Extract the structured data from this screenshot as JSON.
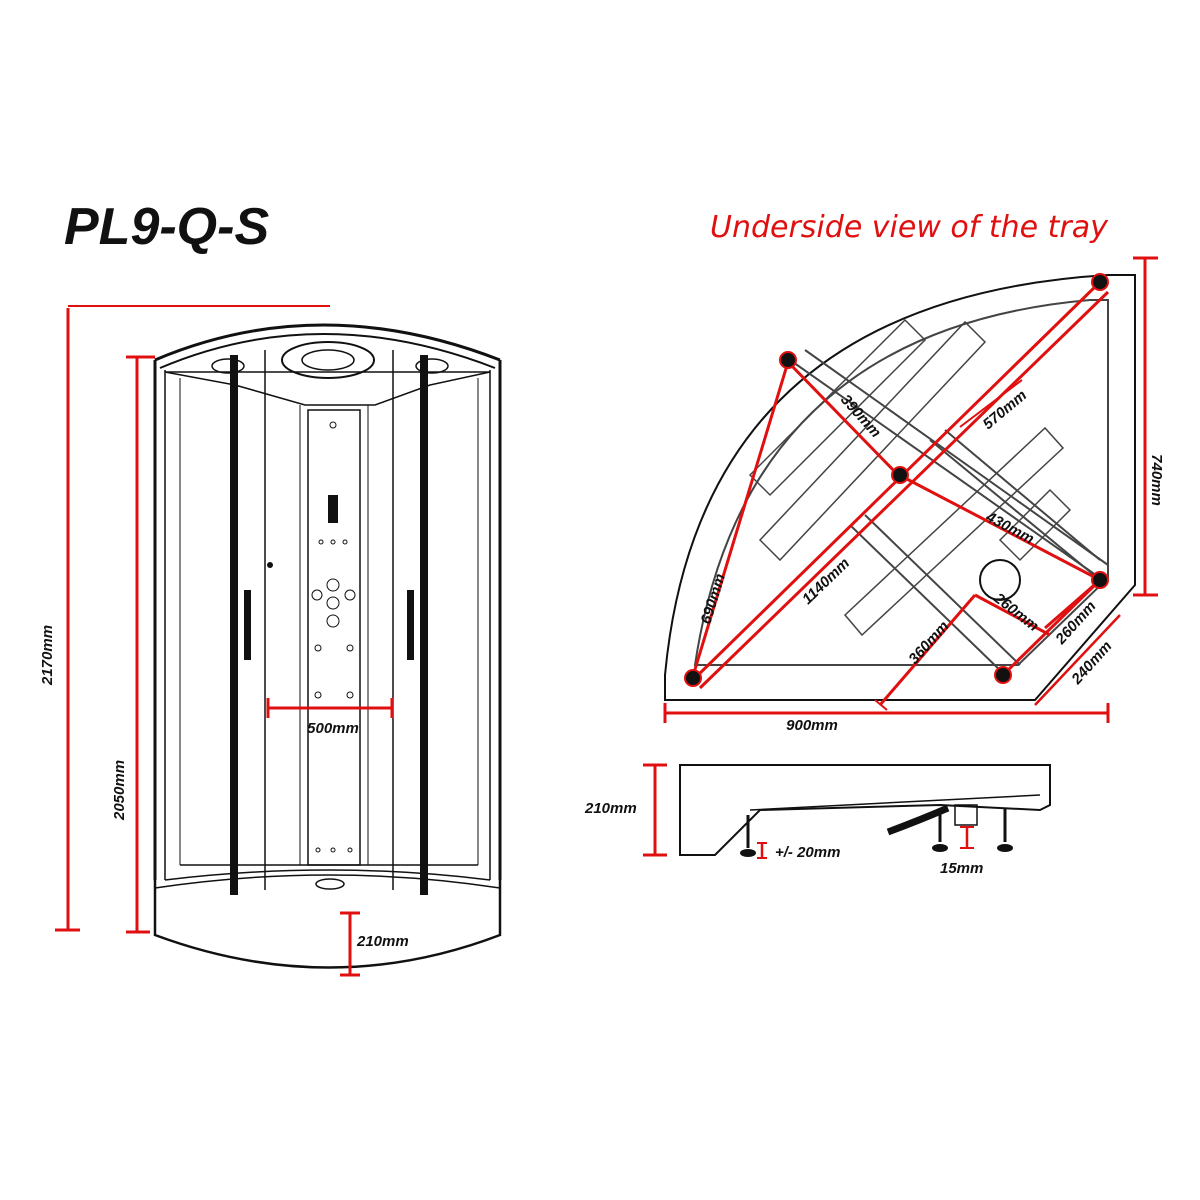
{
  "title": "PL9-Q-S",
  "subtitle": "Underside view of the tray",
  "colors": {
    "dimension_line": "#e01010",
    "outline": "#111111",
    "subtitle_text": "#e01010"
  },
  "front_view": {
    "total_height": "2170mm",
    "enclosure_height": "2050mm",
    "door_opening": "500mm",
    "tray_height": "210mm"
  },
  "tray_plan": {
    "depth": "740mm",
    "short_leg_a": "390mm",
    "support_arm": "570mm",
    "support_arm_b": "430mm",
    "diagonal": "1140mm",
    "front_leg": "690mm",
    "waste_x": "260mm",
    "waste_y": "260mm",
    "waste_offset": "360mm",
    "front_corner": "240mm",
    "width": "900mm"
  },
  "tray_side": {
    "height": "210mm",
    "foot_adjust": "+/- 20mm",
    "foot_height": "15mm"
  }
}
